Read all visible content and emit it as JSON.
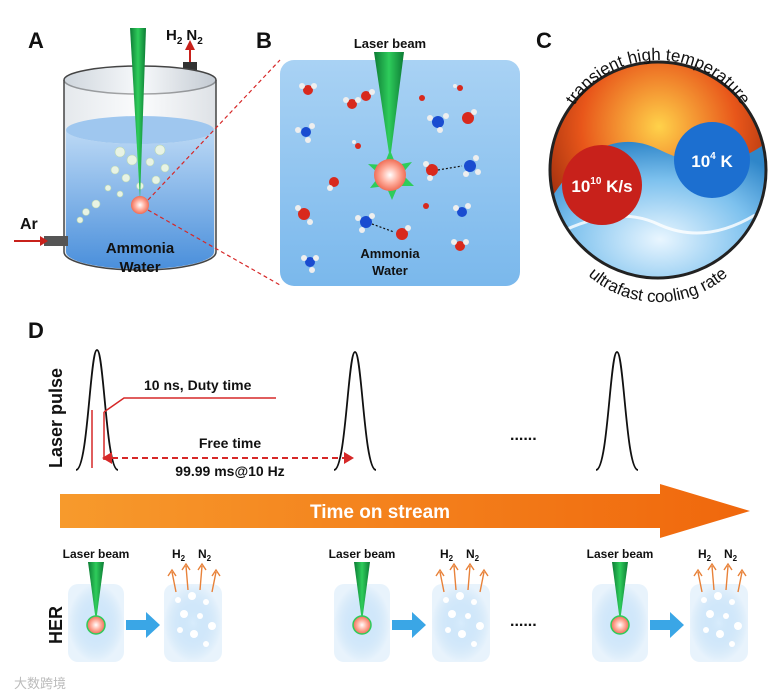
{
  "panels": {
    "a": "A",
    "b": "B",
    "c": "C",
    "d": "D"
  },
  "panel_a": {
    "gas_out": "H",
    "gas_out_sub": "2",
    "gas_out2": "N",
    "gas_out2_sub": "2",
    "gas_in": "Ar",
    "liquid_line1": "Ammonia",
    "liquid_line2": "Water"
  },
  "panel_b": {
    "beam_label": "Laser beam",
    "liquid_line1": "Ammonia",
    "liquid_line2": "Water"
  },
  "panel_c": {
    "top_arc": "transient high temperature",
    "bottom_arc": "ultrafast cooling rate",
    "rate_base": "10",
    "rate_exp": "10",
    "rate_unit": " K/s",
    "temp_base": "10",
    "temp_exp": "4",
    "temp_unit": " K"
  },
  "panel_d": {
    "y_label": "Laser pulse",
    "duty": "10 ns, Duty time",
    "free_time": "Free time",
    "free_value": "99.99 ms@10 Hz",
    "ellipsis": "......",
    "stream": "Time on stream",
    "her": "HER",
    "beam": "Laser beam",
    "h": "H",
    "h_sub": "2",
    "n": "N",
    "n_sub": "2"
  },
  "colors": {
    "beam": "#1aa34a",
    "stream_arrow": "#f47a14",
    "rate_circle": "#c8211b",
    "temp_circle": "#1c6fd0",
    "guide": "#d62828",
    "liquid": "#3b8ee0"
  },
  "watermark": "大数跨境"
}
